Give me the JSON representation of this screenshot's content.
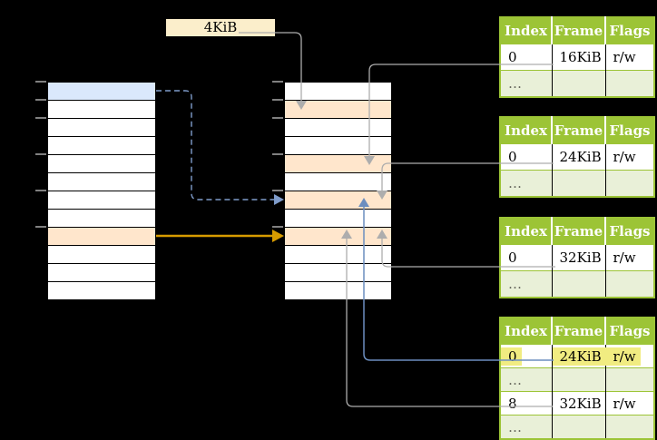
{
  "page_size_label": "4KiB",
  "virtual_memory_column": {
    "row_count": 12,
    "highlighted_rows": [
      {
        "index": 0,
        "color_key": "cell_blue"
      },
      {
        "index": 8,
        "color_key": "cell_orange"
      }
    ]
  },
  "physical_memory_column": {
    "row_count": 12,
    "highlighted_rows": [
      {
        "index": 1,
        "color_key": "cell_orange"
      },
      {
        "index": 4,
        "color_key": "cell_orange"
      },
      {
        "index": 6,
        "color_key": "cell_orange"
      },
      {
        "index": 8,
        "color_key": "cell_orange"
      }
    ]
  },
  "page_tables": [
    {
      "id": "page-table-1",
      "headers": [
        "Index",
        "Frame",
        "Flags"
      ],
      "rows": [
        {
          "cells": [
            "0",
            "16KiB",
            "r/w"
          ],
          "shaded": false,
          "highlighted": false
        },
        {
          "cells": [
            "…",
            "",
            ""
          ],
          "shaded": true,
          "highlighted": false
        }
      ]
    },
    {
      "id": "page-table-2",
      "headers": [
        "Index",
        "Frame",
        "Flags"
      ],
      "rows": [
        {
          "cells": [
            "0",
            "24KiB",
            "r/w"
          ],
          "shaded": false,
          "highlighted": false
        },
        {
          "cells": [
            "…",
            "",
            ""
          ],
          "shaded": true,
          "highlighted": false
        }
      ]
    },
    {
      "id": "page-table-3",
      "headers": [
        "Index",
        "Frame",
        "Flags"
      ],
      "rows": [
        {
          "cells": [
            "0",
            "32KiB",
            "r/w"
          ],
          "shaded": false,
          "highlighted": false
        },
        {
          "cells": [
            "…",
            "",
            ""
          ],
          "shaded": true,
          "highlighted": false
        }
      ]
    },
    {
      "id": "page-table-4",
      "headers": [
        "Index",
        "Frame",
        "Flags"
      ],
      "rows": [
        {
          "cells": [
            "0",
            "24KiB",
            "r/w"
          ],
          "shaded": false,
          "highlighted": true
        },
        {
          "cells": [
            "…",
            "",
            ""
          ],
          "shaded": true,
          "highlighted": false
        },
        {
          "cells": [
            "8",
            "32KiB",
            "r/w"
          ],
          "shaded": false,
          "highlighted": false
        },
        {
          "cells": [
            "…",
            "",
            ""
          ],
          "shaded": true,
          "highlighted": false
        }
      ]
    }
  ],
  "connectors": [
    {
      "name": "page-size-pointer",
      "from": "page-size-label",
      "to": "physical-frame-4kib",
      "style": "solid",
      "color_key": "connector_gray"
    },
    {
      "name": "table1-frame-pointer",
      "from": "page-table-1-row-0",
      "to": "physical-frame-16kib",
      "style": "solid",
      "color_key": "connector_gray"
    },
    {
      "name": "table2-frame-pointer",
      "from": "page-table-2-row-0",
      "to": "physical-frame-24kib",
      "style": "solid",
      "color_key": "connector_gray"
    },
    {
      "name": "table3-frame-pointer",
      "from": "page-table-3-row-0",
      "to": "physical-frame-32kib",
      "style": "solid",
      "color_key": "connector_gray"
    },
    {
      "name": "table4-row8-frame-pointer",
      "from": "page-table-4-row-8",
      "to": "physical-frame-32kib",
      "style": "solid",
      "color_key": "connector_gray"
    },
    {
      "name": "table4-row0-frame-pointer",
      "from": "page-table-4-row-0",
      "to": "physical-frame-24kib",
      "style": "solid",
      "color_key": "connector_blue"
    },
    {
      "name": "virtual-page0-translation",
      "from": "virtual-memory-row-0",
      "to": "physical-frame-24kib",
      "style": "dashed",
      "color_key": "connector_blue_dashed"
    },
    {
      "name": "virtual-page8-translation",
      "from": "virtual-memory-row-8",
      "to": "physical-frame-32kib",
      "style": "solid",
      "color_key": "connector_orange"
    }
  ],
  "colors": {
    "background": "#000000",
    "cell_white": "#FFFFFF",
    "cell_blue": "#DAE8FC",
    "cell_orange": "#FFE6CC",
    "label_cream": "#FBEECB",
    "table_green": "#9CC436",
    "table_green_light": "#E9F0D8",
    "header_text": "#FFFFFF",
    "ellipsis_text": "#65665C",
    "highlight_yellow": "#F1EC81",
    "connector_gray": "#ADADAD",
    "connector_blue": "#6C8EBF",
    "connector_blue_dashed": "#7F9CCB",
    "connector_orange": "#D79B00",
    "tick_gray": "#808080",
    "cell_border": "#000000",
    "text_black": "#000000"
  }
}
